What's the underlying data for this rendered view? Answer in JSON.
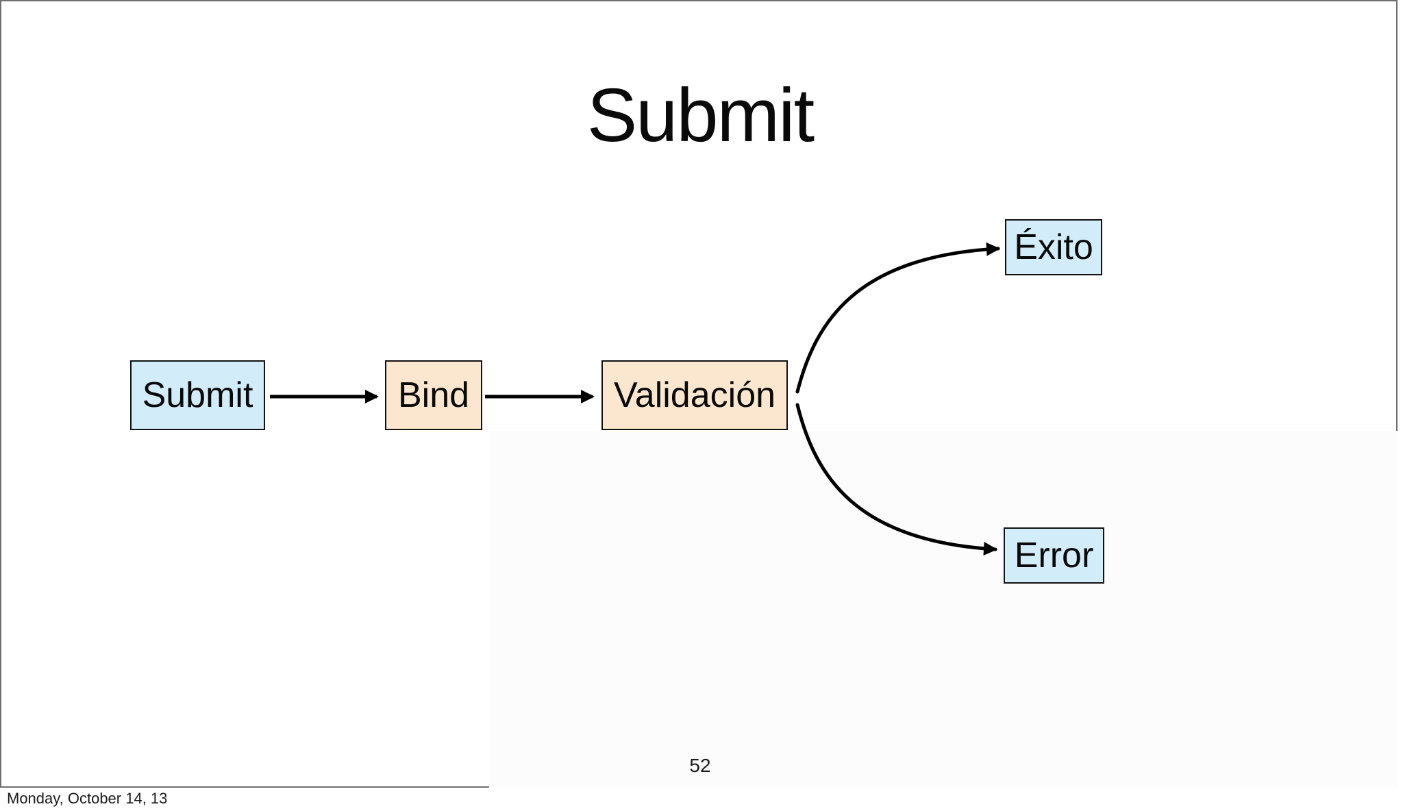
{
  "slide": {
    "title": "Submit",
    "page_number": "52",
    "footer_date": "Monday, October 14, 13"
  },
  "diagram": {
    "nodes": [
      {
        "id": "submit",
        "label": "Submit",
        "fill": "#d3ecf9"
      },
      {
        "id": "bind",
        "label": "Bind",
        "fill": "#fbe7cf"
      },
      {
        "id": "validacion",
        "label": "Validación",
        "fill": "#fbe7cf"
      },
      {
        "id": "exito",
        "label": "Éxito",
        "fill": "#d3ecf9"
      },
      {
        "id": "error",
        "label": "Error",
        "fill": "#d3ecf9"
      }
    ],
    "edges": [
      {
        "from": "Submit",
        "to": "Bind",
        "style": "straight"
      },
      {
        "from": "Bind",
        "to": "Validación",
        "style": "straight"
      },
      {
        "from": "Validación",
        "to": "Éxito",
        "style": "curved-up"
      },
      {
        "from": "Validación",
        "to": "Error",
        "style": "curved-down"
      }
    ],
    "colors": {
      "node_fill_blue": "#d3ecf9",
      "node_fill_peach": "#fbe7cf",
      "node_border": "#111111",
      "arrow": "#000000",
      "frame_border": "#6f6f6f",
      "text": "#0a0a0a"
    }
  }
}
